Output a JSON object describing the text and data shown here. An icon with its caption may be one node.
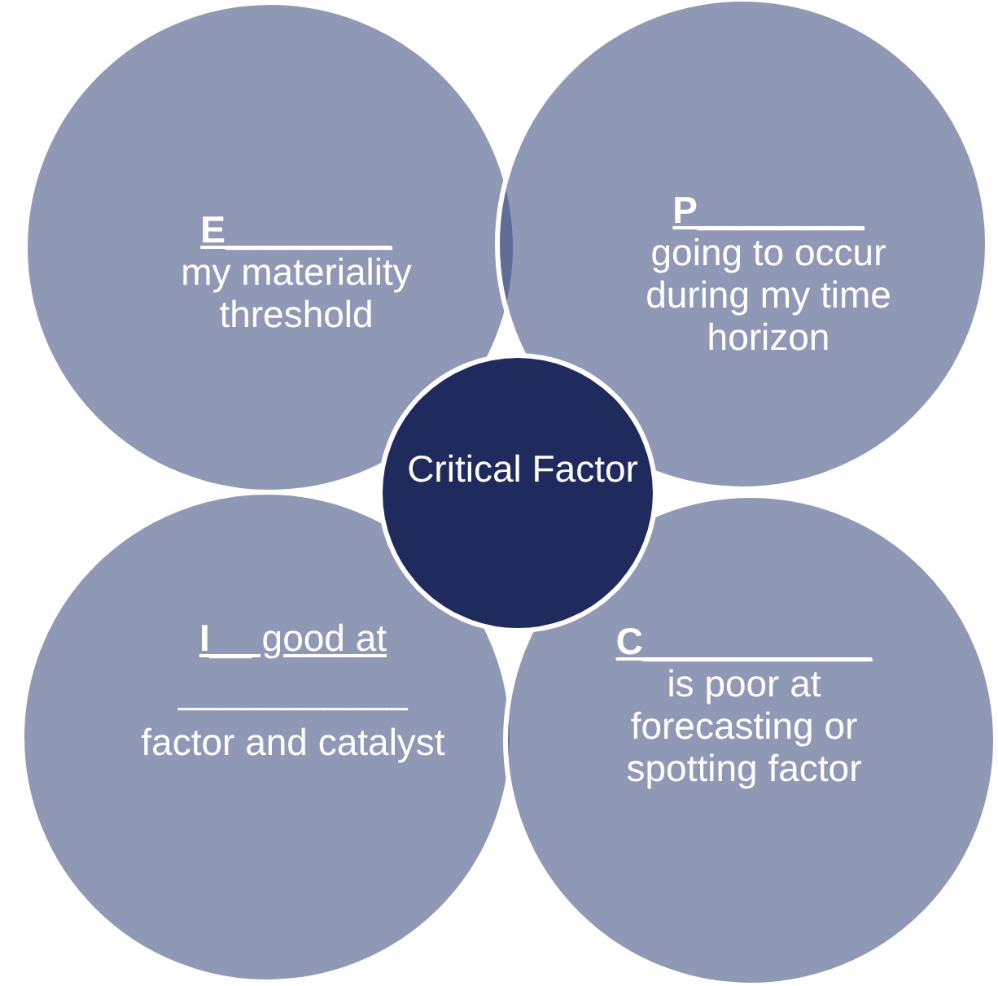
{
  "diagram": {
    "nodes": [
      {
        "text": [
          "**E**________",
          "my materiality threshold"
        ]
      },
      {
        "text": [
          "**P**________",
          "going to occur during my time horizon"
        ]
      },
      {
        "text": [
          "Critical Factor"
        ]
      },
      {
        "text": [
          "**I**__ good at",
          "___________",
          "factor and catalyst"
        ]
      },
      {
        "text": [
          "**C**___________",
          "is poor at forecasting or spotting factor"
        ]
      }
    ]
  }
}
